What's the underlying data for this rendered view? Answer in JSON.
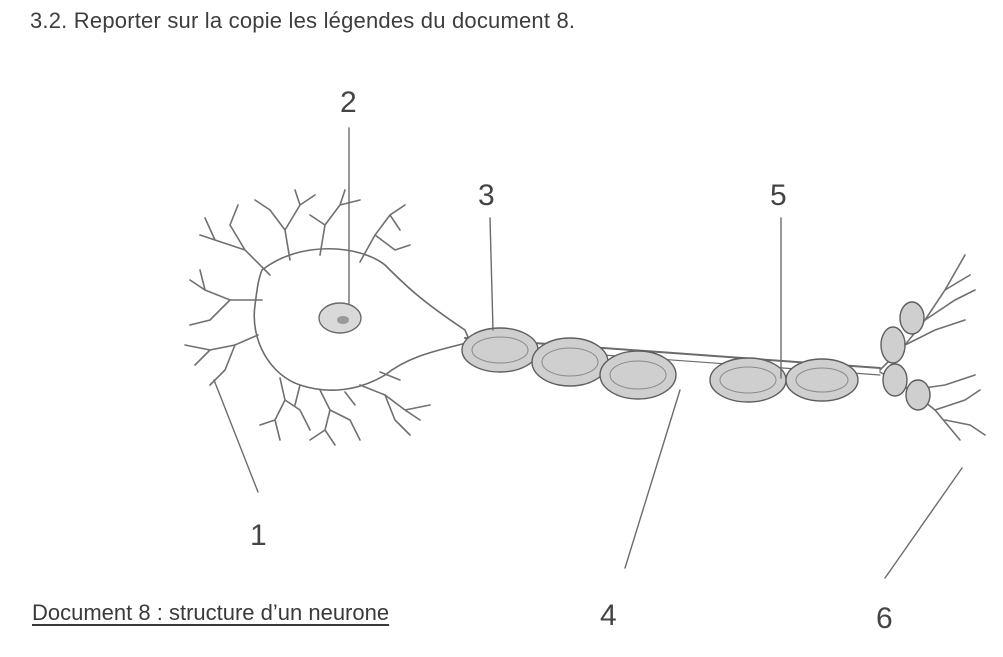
{
  "question": "3.2. Reporter sur la copie les légendes du document 8.",
  "caption": "Document 8 : structure d’un neurone",
  "labels": {
    "l1": "1",
    "l2": "2",
    "l3": "3",
    "l4": "4",
    "l5": "5",
    "l6": "6"
  }
}
